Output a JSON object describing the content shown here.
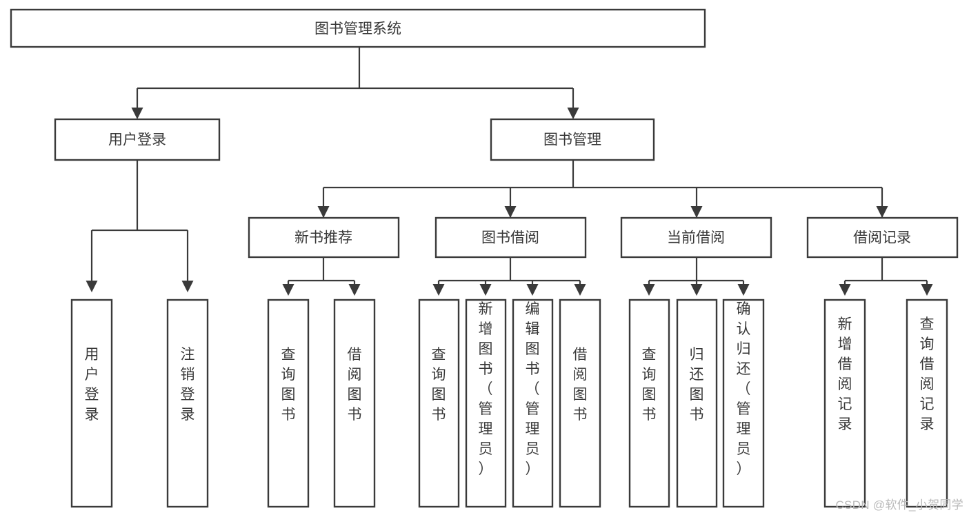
{
  "diagram": {
    "type": "tree-hierarchy-flowchart",
    "title": "图书管理系统",
    "background_color": "#ffffff",
    "stroke_color": "#3a3a3a",
    "text_color": "#383838",
    "root": {
      "id": "root",
      "label": "图书管理系统"
    },
    "level1": [
      {
        "id": "user-login",
        "label": "用户登录"
      },
      {
        "id": "book-management",
        "label": "图书管理"
      }
    ],
    "level2": [
      {
        "id": "new-book-recommend",
        "label": "新书推荐",
        "parent": "book-management"
      },
      {
        "id": "book-borrow",
        "label": "图书借阅",
        "parent": "book-management"
      },
      {
        "id": "current-borrow",
        "label": "当前借阅",
        "parent": "book-management"
      },
      {
        "id": "borrow-record",
        "label": "借阅记录",
        "parent": "book-management"
      }
    ],
    "leaves": [
      {
        "id": "leaf-user-login",
        "label": "用户登录",
        "parent": "user-login"
      },
      {
        "id": "leaf-logout-login",
        "label": "注销登录",
        "parent": "user-login"
      },
      {
        "id": "leaf-query-book-rec",
        "label": "查询图书",
        "parent": "new-book-recommend"
      },
      {
        "id": "leaf-borrow-book-rec",
        "label": "借阅图书",
        "parent": "new-book-recommend"
      },
      {
        "id": "leaf-query-book-borrow",
        "label": "查询图书",
        "parent": "book-borrow"
      },
      {
        "id": "leaf-add-book",
        "label": "新增图书（管理员）",
        "parent": "book-borrow"
      },
      {
        "id": "leaf-edit-book",
        "label": "编辑图书（管理员）",
        "parent": "book-borrow"
      },
      {
        "id": "leaf-borrow-book",
        "label": "借阅图书",
        "parent": "book-borrow"
      },
      {
        "id": "leaf-query-book-current",
        "label": "查询图书",
        "parent": "current-borrow"
      },
      {
        "id": "leaf-return-book",
        "label": "归还图书",
        "parent": "current-borrow"
      },
      {
        "id": "leaf-confirm-return",
        "label": "确认归还（管理员）",
        "parent": "current-borrow"
      },
      {
        "id": "leaf-add-record",
        "label": "新增借阅记录",
        "parent": "borrow-record"
      },
      {
        "id": "leaf-query-record",
        "label": "查询借阅记录",
        "parent": "borrow-record"
      }
    ]
  },
  "watermark": {
    "text": "CSDN @软件_小贺同学",
    "color": "#b9b9b9"
  }
}
